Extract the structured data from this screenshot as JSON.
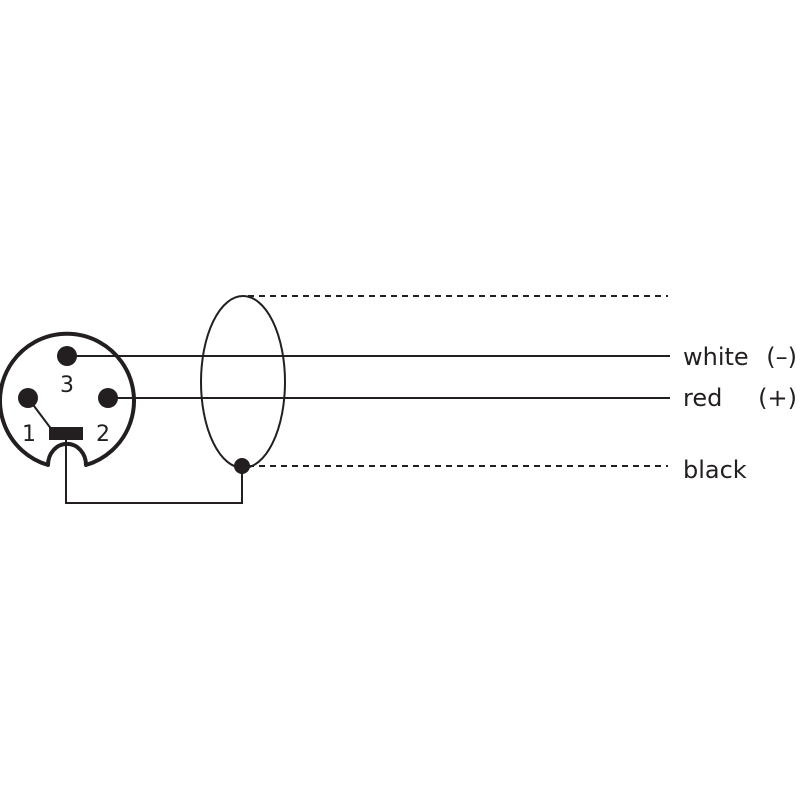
{
  "connector": {
    "pins": [
      {
        "id": "pin-1",
        "label": "1"
      },
      {
        "id": "pin-2",
        "label": "2"
      },
      {
        "id": "pin-3",
        "label": "3"
      }
    ]
  },
  "wires": {
    "white": {
      "name": "white",
      "polarity": "(–)"
    },
    "red": {
      "name": "red",
      "polarity": "(+)"
    },
    "black": {
      "name": "black"
    }
  },
  "colors": {
    "ink": "#231f20",
    "background": "#ffffff"
  }
}
